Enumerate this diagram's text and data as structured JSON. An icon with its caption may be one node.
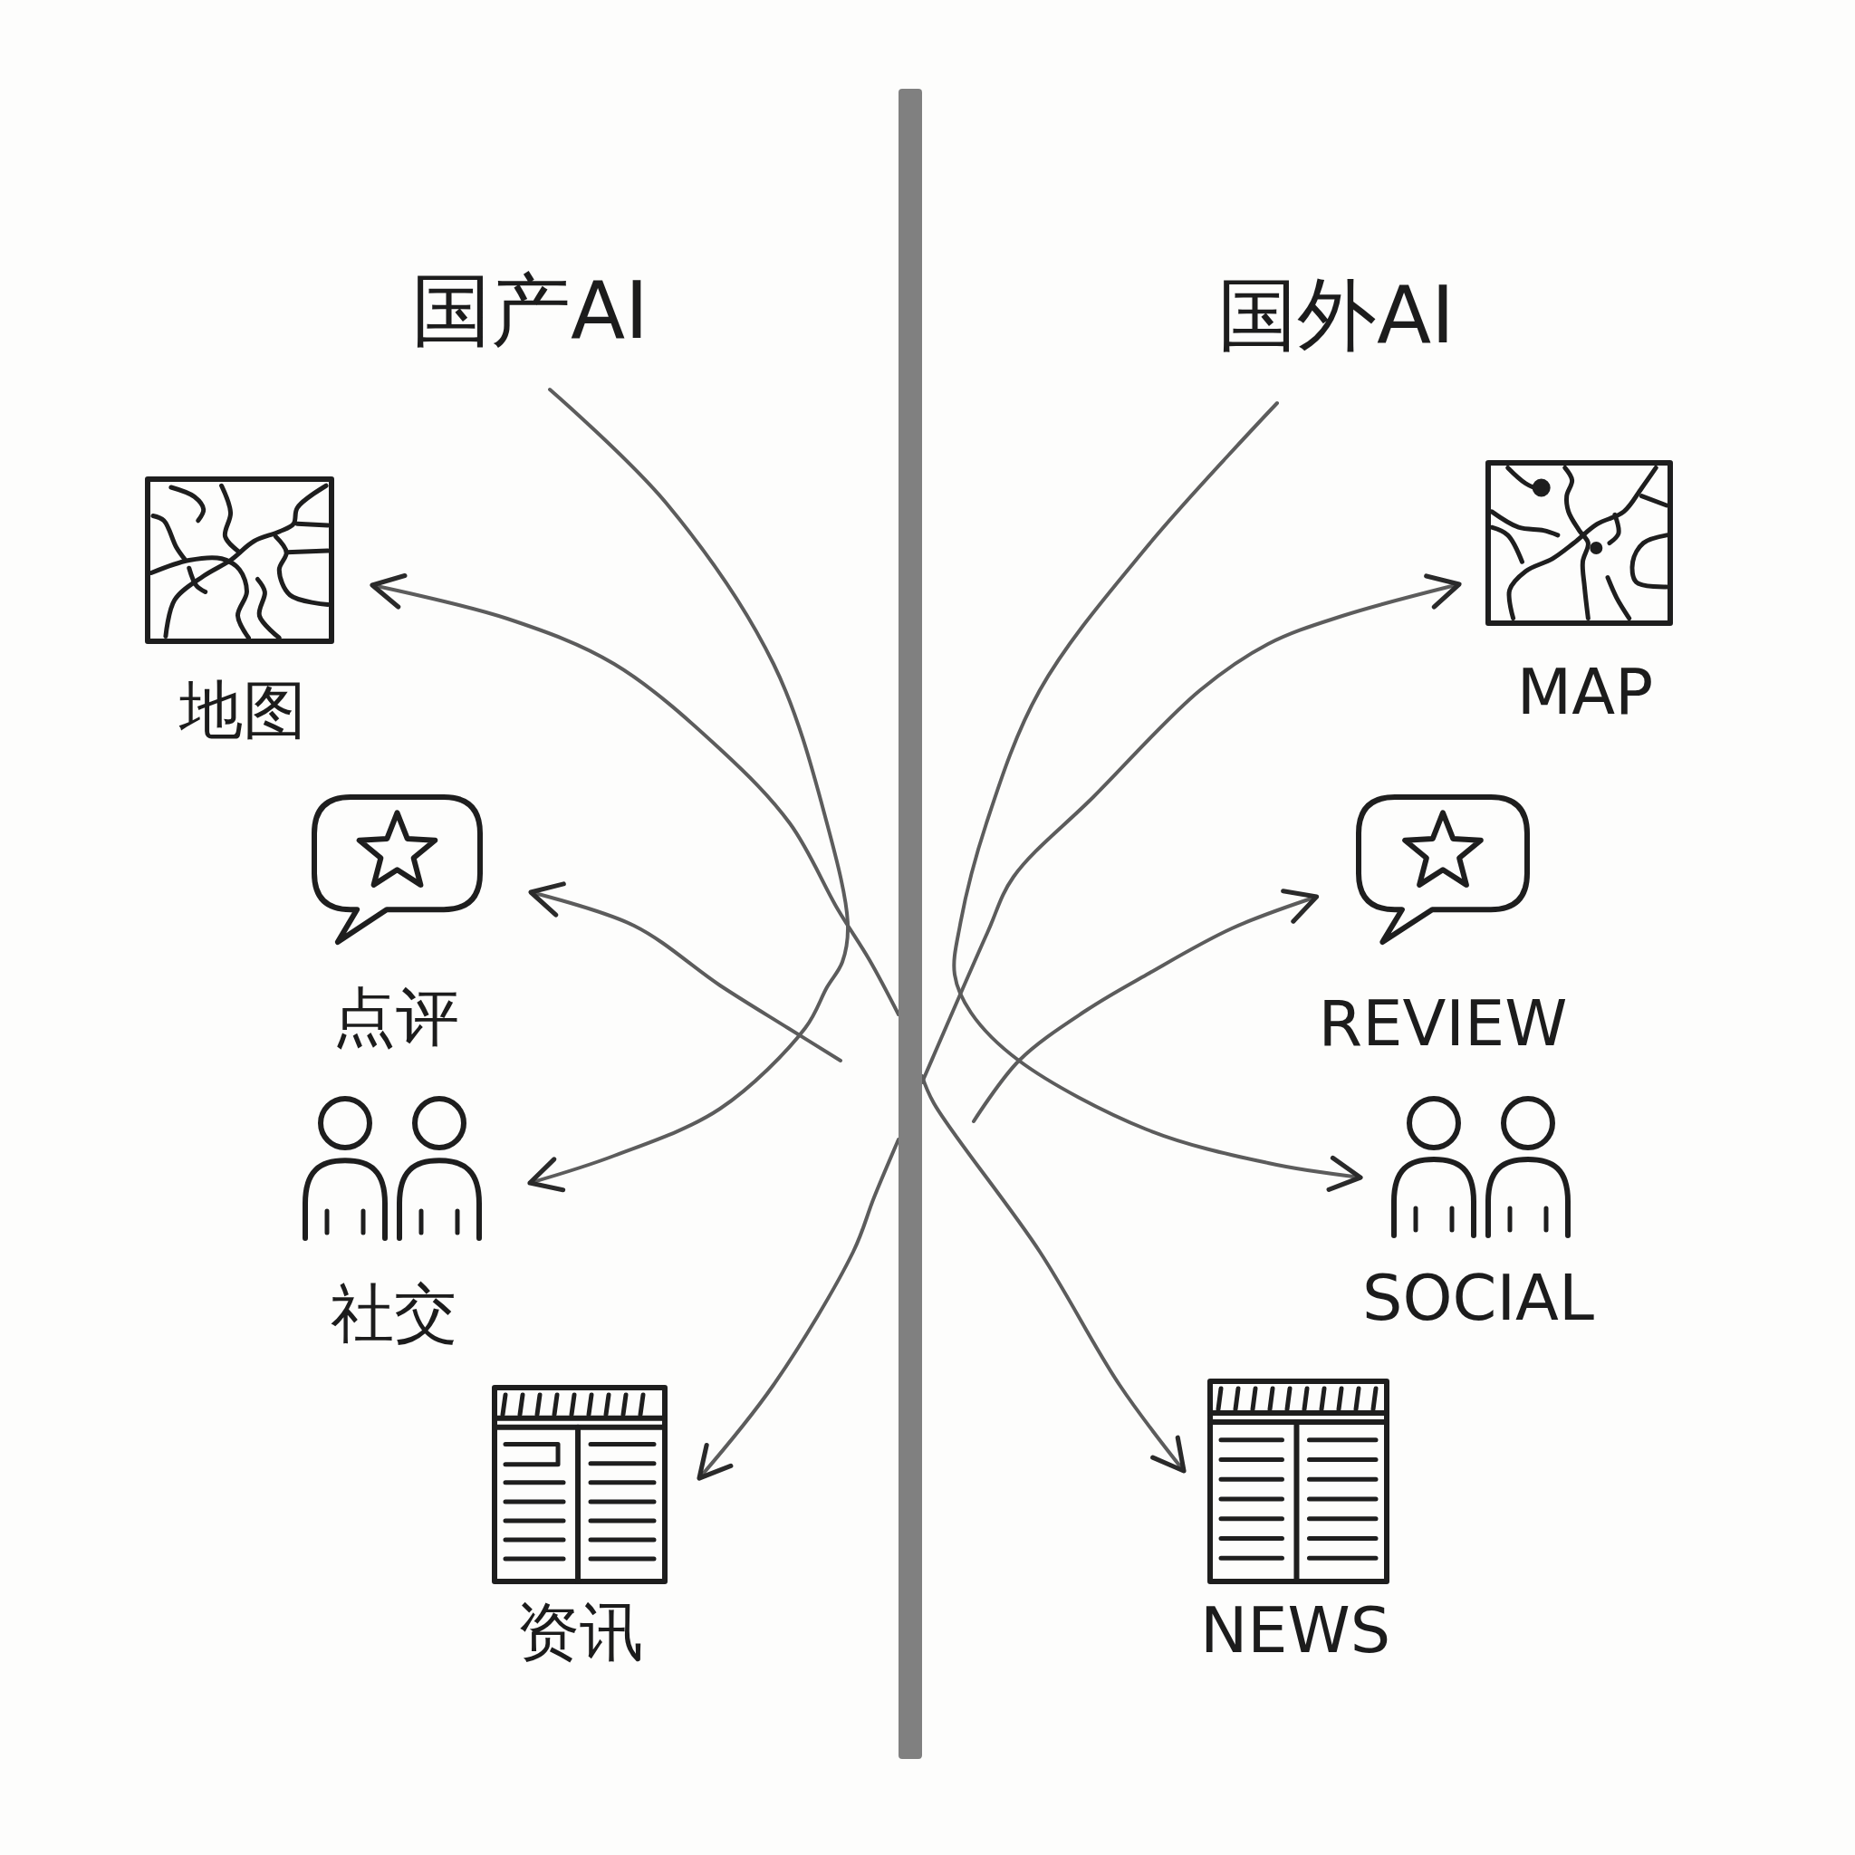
{
  "diagram": {
    "nodes": [
      {
        "text": [
          "国产AI"
        ]
      },
      {
        "text": [
          "国外AI"
        ]
      },
      {
        "text": [
          "地图"
        ]
      },
      {
        "text": [
          "MAP"
        ]
      },
      {
        "text": [
          "点评"
        ]
      },
      {
        "text": [
          "REVIEW"
        ]
      },
      {
        "text": [
          "社交"
        ]
      },
      {
        "text": [
          "SOCIAL"
        ]
      },
      {
        "text": [
          "资讯"
        ]
      },
      {
        "text": [
          "NEWS"
        ]
      },
      {
        "text": [],
        "shape": "bar"
      }
    ],
    "edges": [
      {
        "from": 0,
        "to": 6,
        "arrow": "to"
      },
      {
        "from": 1,
        "to": 7,
        "arrow": "to"
      },
      {
        "from": 10,
        "to": 2,
        "arrow": "to"
      },
      {
        "from": 10,
        "to": 9,
        "arrow": "to"
      },
      {
        "from": 10,
        "to": 3,
        "arrow": "to"
      },
      {
        "from": 10,
        "to": 8,
        "arrow": "to"
      },
      {
        "from": null,
        "to": 4,
        "arrow": "to"
      },
      {
        "from": null,
        "to": 5,
        "arrow": "to"
      }
    ]
  }
}
